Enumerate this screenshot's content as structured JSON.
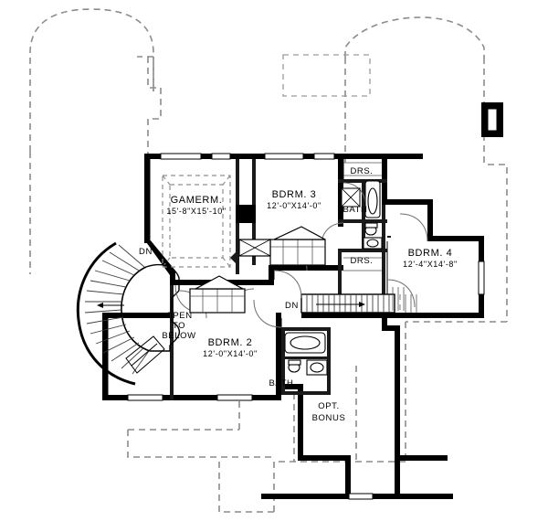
{
  "document": {
    "type": "architectural-floor-plan",
    "level": "second-floor",
    "line_color": "#000000",
    "background_color": "#ffffff",
    "dashed_color": "#8c8c8c"
  },
  "rooms": [
    {
      "id": "gameroom",
      "name": "GAMERM.",
      "dimensions": "15'-8\"X15'-10\""
    },
    {
      "id": "bedroom3",
      "name": "BDRM. 3",
      "dimensions": "12'-0\"X14'-0\""
    },
    {
      "id": "bedroom4",
      "name": "BDRM. 4",
      "dimensions": "12'-4\"X14'-8\""
    },
    {
      "id": "bedroom2",
      "name": "BDRM. 2",
      "dimensions": "12'-0\"X14'-0\""
    },
    {
      "id": "bonus",
      "name_line1": "OPT.",
      "name_line2": "BONUS"
    }
  ],
  "baths": [
    {
      "id": "bath-upper",
      "name": "BATH"
    },
    {
      "id": "bath-lower",
      "name": "BATH"
    }
  ],
  "closets": [
    {
      "id": "drs-upper",
      "name": "DRS."
    },
    {
      "id": "drs-lower",
      "name": "DRS."
    }
  ],
  "openings": {
    "open_to_below_line1": "OPEN",
    "open_to_below_line2": "TO",
    "open_to_below_line3": "BELOW"
  },
  "stairs": [
    {
      "id": "curved-stair",
      "label": "DN",
      "type": "curved"
    },
    {
      "id": "straight-stair",
      "label": "DN",
      "type": "straight-run"
    }
  ],
  "features": [
    {
      "id": "chimney",
      "name": "chimney-flue"
    },
    {
      "id": "tray-ceiling",
      "name": "tray-ceiling-outline"
    }
  ]
}
